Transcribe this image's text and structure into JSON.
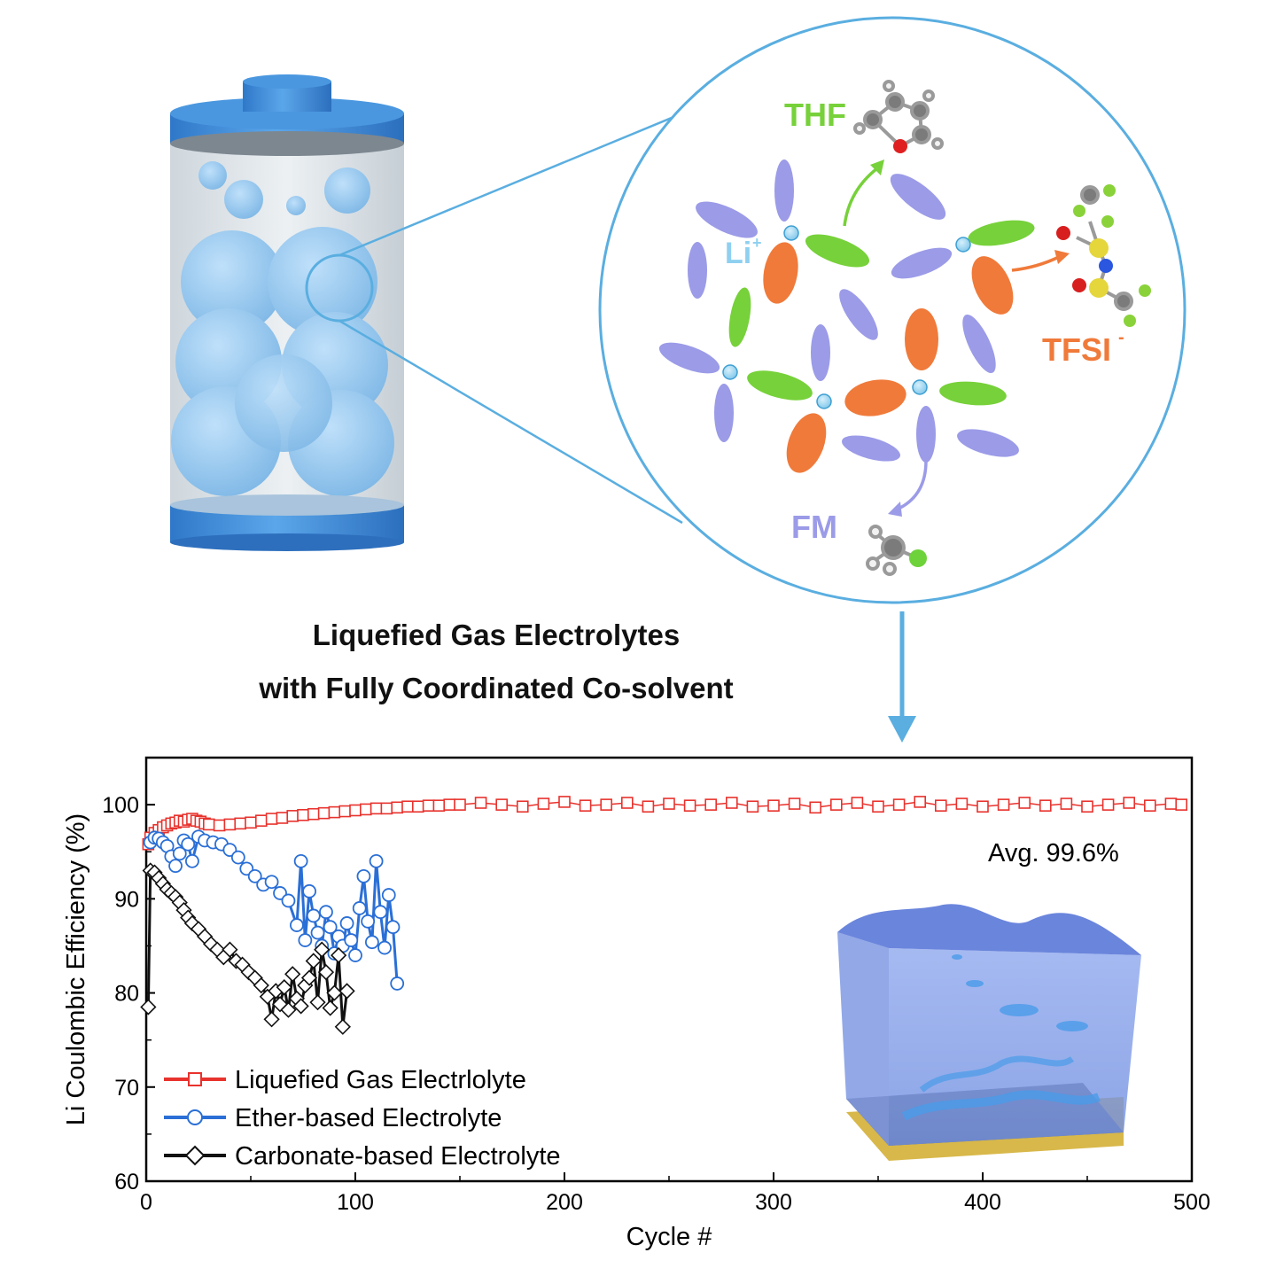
{
  "figure": {
    "headline_line1": "Liquefied Gas Electrolytes",
    "headline_line2": "with Fully Coordinated Co-solvent",
    "molecule_labels": {
      "thf": "THF",
      "li": "Li",
      "li_charge": "+",
      "tfsi": "TFSI",
      "tfsi_charge": "-",
      "fm": "FM"
    },
    "colors": {
      "battery_blue": "#4a90d9",
      "zoom_outline": "#5aaee0",
      "thf_green": "#77d13a",
      "tfsi_orange": "#f07a3a",
      "fm_purple": "#9b9be8",
      "li_cyan": "#8fd0f0"
    }
  },
  "chart_data": {
    "type": "scatter",
    "xlabel": "Cycle #",
    "ylabel": "Li Coulombic Efficiency (%)",
    "xlim": [
      0,
      500
    ],
    "ylim": [
      60,
      105
    ],
    "x_ticks": [
      0,
      100,
      200,
      300,
      400,
      500
    ],
    "y_ticks": [
      60,
      70,
      80,
      90,
      100
    ],
    "grid": false,
    "legend_position": "bottom-left",
    "annotation": "Avg. 99.6%",
    "series": [
      {
        "name": "Liquefied Gas Electrlolyte",
        "marker": "square",
        "color": "#e8322d",
        "x": [
          1,
          2,
          4,
          6,
          8,
          10,
          12,
          14,
          16,
          18,
          20,
          22,
          24,
          26,
          28,
          30,
          35,
          40,
          45,
          50,
          55,
          60,
          65,
          70,
          75,
          80,
          85,
          90,
          95,
          100,
          105,
          110,
          115,
          120,
          125,
          130,
          135,
          140,
          145,
          150,
          160,
          170,
          180,
          190,
          200,
          210,
          220,
          230,
          240,
          250,
          260,
          270,
          280,
          290,
          300,
          310,
          320,
          330,
          340,
          350,
          360,
          370,
          380,
          390,
          400,
          410,
          420,
          430,
          440,
          450,
          460,
          470,
          480,
          490,
          495
        ],
        "values": [
          95.8,
          96.5,
          97.0,
          97.3,
          97.6,
          97.8,
          98.0,
          98.1,
          98.3,
          98.2,
          98.4,
          98.5,
          98.3,
          98.2,
          98.0,
          97.9,
          97.8,
          97.9,
          98.0,
          98.1,
          98.3,
          98.5,
          98.6,
          98.8,
          98.9,
          99.0,
          99.1,
          99.2,
          99.3,
          99.4,
          99.5,
          99.6,
          99.6,
          99.7,
          99.8,
          99.8,
          99.9,
          99.9,
          100.0,
          100.0,
          100.2,
          100.0,
          99.8,
          100.1,
          100.3,
          99.9,
          100.0,
          100.2,
          99.8,
          100.1,
          99.9,
          100.0,
          100.2,
          99.8,
          99.9,
          100.1,
          99.7,
          100.0,
          100.2,
          99.8,
          100.0,
          100.3,
          99.9,
          100.1,
          99.8,
          100.0,
          100.2,
          99.9,
          100.1,
          99.8,
          100.0,
          100.2,
          99.9,
          100.1,
          100.0
        ]
      },
      {
        "name": "Ether-based Electrolyte",
        "marker": "circle",
        "color": "#2a6fd6",
        "x": [
          2,
          4,
          6,
          8,
          10,
          12,
          14,
          16,
          18,
          20,
          22,
          25,
          28,
          32,
          36,
          40,
          44,
          48,
          52,
          56,
          60,
          64,
          68,
          72,
          74,
          76,
          78,
          80,
          82,
          84,
          86,
          88,
          90,
          92,
          94,
          96,
          98,
          100,
          102,
          104,
          106,
          108,
          110,
          112,
          114,
          116,
          118,
          120
        ],
        "values": [
          96.0,
          96.5,
          96.4,
          96.0,
          95.6,
          94.5,
          93.5,
          94.8,
          96.2,
          95.8,
          94.0,
          96.6,
          96.2,
          96.0,
          95.8,
          95.2,
          94.4,
          93.2,
          92.4,
          91.5,
          91.8,
          90.6,
          89.8,
          87.2,
          94.0,
          85.6,
          90.8,
          88.2,
          86.4,
          85.0,
          88.6,
          87.0,
          84.2,
          86.0,
          85.0,
          87.4,
          85.6,
          84.0,
          89.0,
          92.4,
          87.6,
          85.4,
          94.0,
          88.6,
          84.8,
          90.4,
          87.0,
          81.0
        ]
      },
      {
        "name": "Carbonate-based Electrolyte",
        "marker": "diamond",
        "color": "#111111",
        "x": [
          1,
          2,
          4,
          6,
          8,
          10,
          12,
          14,
          16,
          18,
          20,
          22,
          25,
          28,
          31,
          34,
          37,
          40,
          43,
          46,
          49,
          52,
          55,
          58,
          60,
          62,
          64,
          66,
          68,
          70,
          72,
          74,
          76,
          78,
          80,
          82,
          84,
          86,
          88,
          90,
          92,
          94,
          96
        ],
        "values": [
          78.5,
          93.0,
          92.8,
          92.2,
          91.6,
          91.0,
          90.6,
          90.2,
          89.6,
          88.8,
          88.0,
          87.4,
          86.8,
          86.0,
          85.2,
          84.6,
          83.8,
          84.6,
          83.4,
          83.0,
          82.2,
          81.6,
          80.8,
          79.6,
          77.2,
          80.2,
          78.8,
          80.6,
          78.2,
          82.0,
          79.4,
          78.6,
          80.8,
          81.6,
          83.4,
          79.0,
          84.6,
          82.2,
          78.4,
          80.0,
          84.0,
          76.4,
          80.2
        ]
      }
    ]
  }
}
